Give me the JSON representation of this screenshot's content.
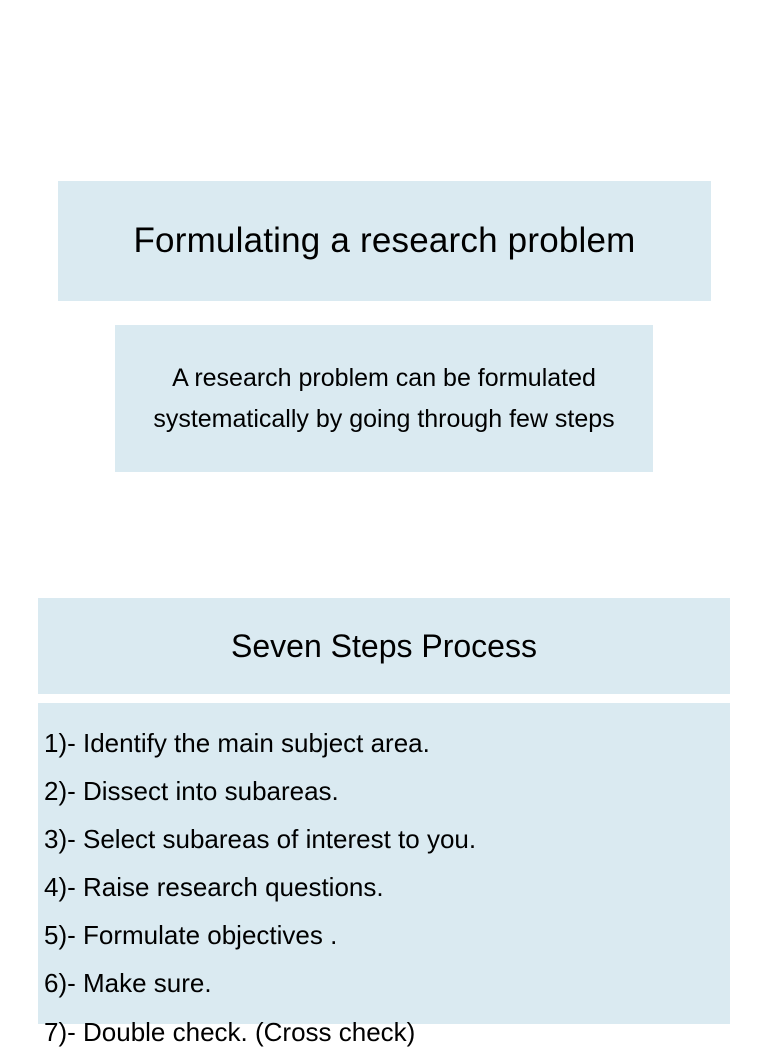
{
  "slide": {
    "title": "Formulating a research problem",
    "subtitle": "A research problem can be formulated systematically by going through few steps",
    "section_heading": "Seven Steps Process",
    "steps": [
      "1)- Identify the main subject area.",
      "2)- Dissect into subareas.",
      "3)- Select subareas of interest to you.",
      "4)- Raise research questions.",
      "5)- Formulate objectives .",
      "6)- Make sure.",
      "7)- Double check. (Cross check)"
    ],
    "colors": {
      "block_background": "#daeaf1",
      "page_background": "#ffffff",
      "text": "#000000"
    }
  }
}
